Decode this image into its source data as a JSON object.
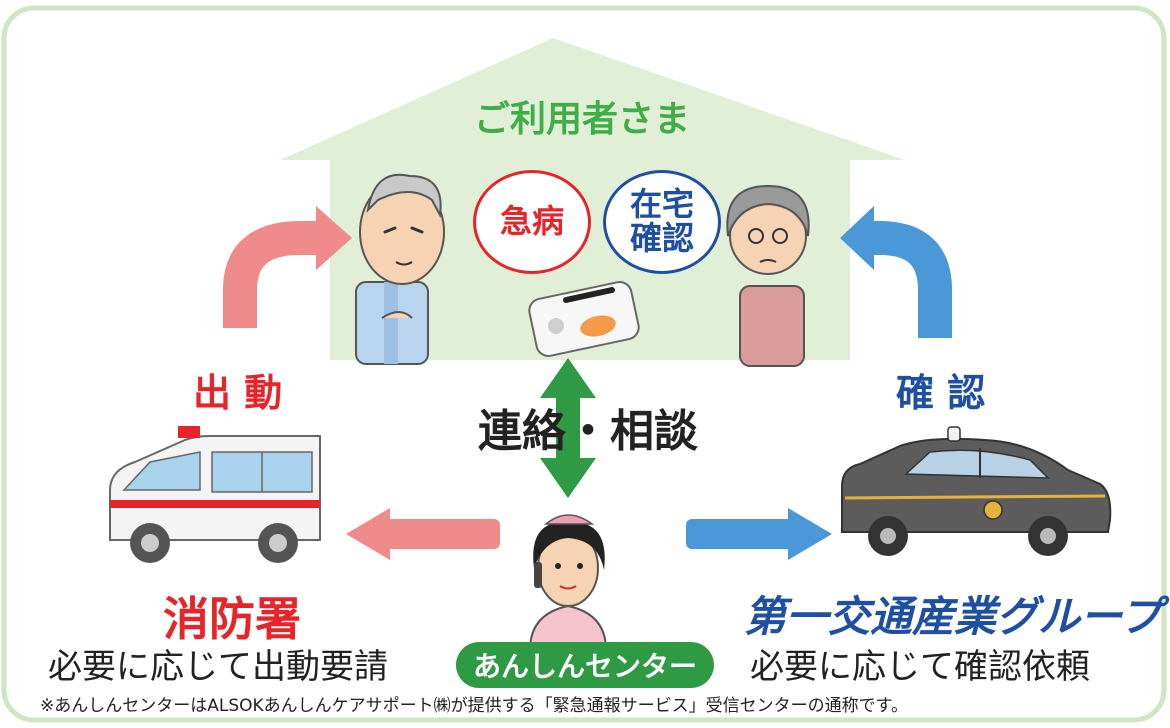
{
  "house": {
    "label": "ご利用者さま"
  },
  "badges": {
    "emergency": "急病",
    "home_check_line1": "在宅",
    "home_check_line2": "確認"
  },
  "center": {
    "contact_label": "連絡・相談",
    "name": "あんしんセンター"
  },
  "left": {
    "action": "出 動",
    "org": "消防署",
    "desc": "必要に応じて出動要請"
  },
  "right": {
    "action": "確 認",
    "org": "第一交通産業グループ",
    "desc": "必要に応じて確認依頼"
  },
  "footnote": "※あんしんセンターはALSOKあんしんケアサポート㈱が提供する「緊急通報サービス」受信センターの通称です。",
  "colors": {
    "frame": "#cfe6c4",
    "house": "#e2efd7",
    "house_label": "#3fae49",
    "red": "#e8242b",
    "pink_arrow": "#f08b8b",
    "blue": "#1e4fa3",
    "blue_arrow": "#4a98d8",
    "green_arrow": "#2f9a44"
  }
}
